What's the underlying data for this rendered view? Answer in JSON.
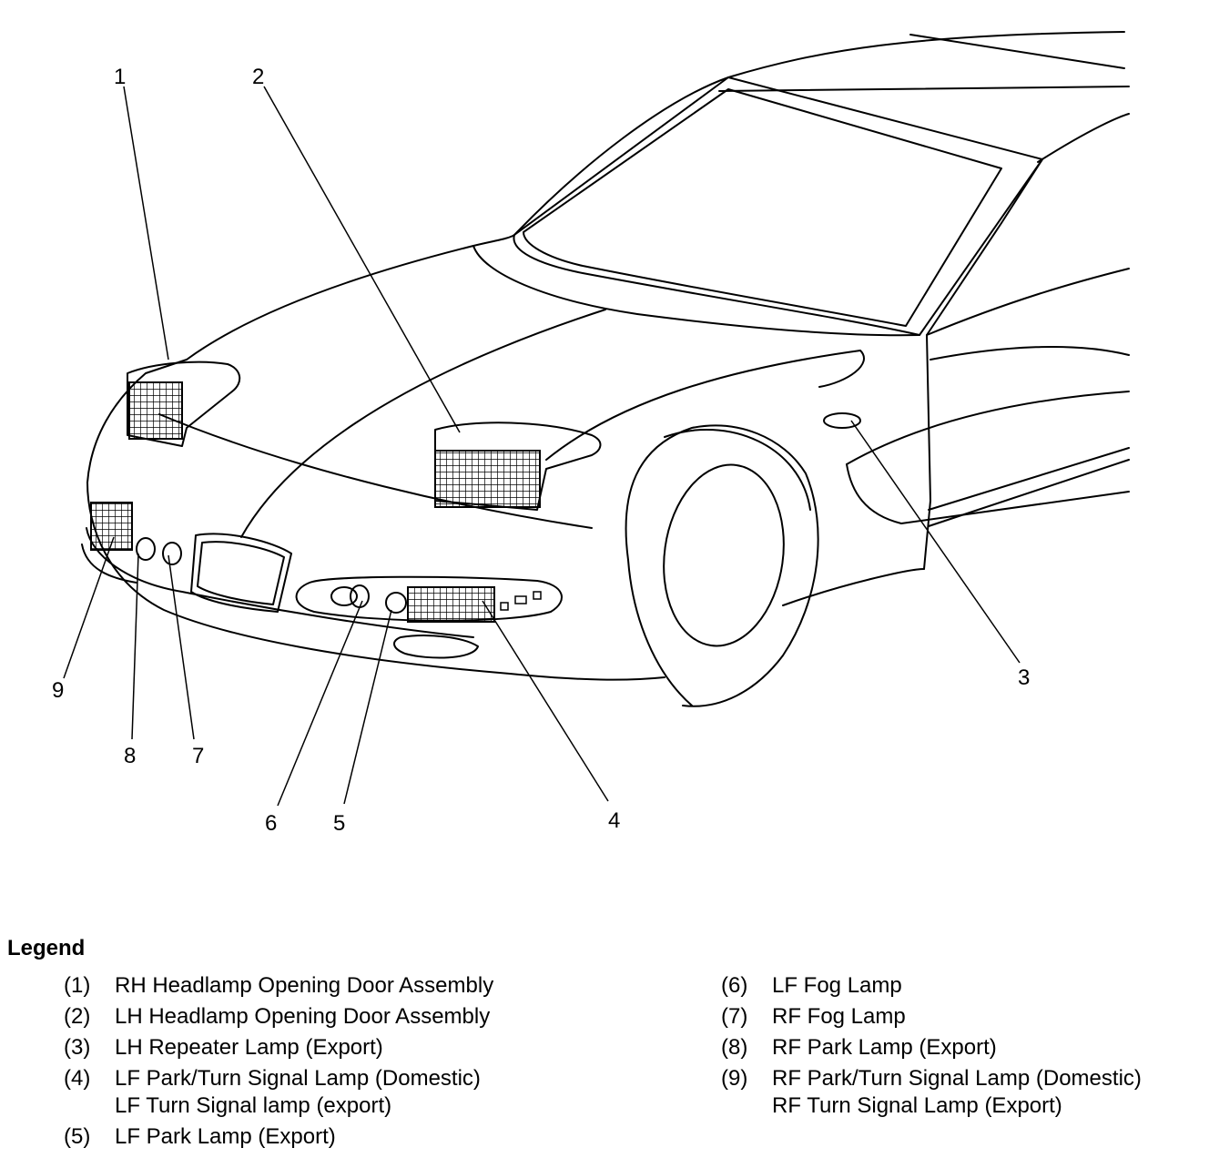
{
  "callouts": [
    "1",
    "2",
    "3",
    "4",
    "5",
    "6",
    "7",
    "8",
    "9"
  ],
  "legend": {
    "title": "Legend",
    "items_left": [
      {
        "num": "(1)",
        "text": "RH Headlamp Opening Door Assembly"
      },
      {
        "num": "(2)",
        "text": "LH Headlamp Opening Door Assembly"
      },
      {
        "num": "(3)",
        "text": "LH Repeater Lamp (Export)"
      },
      {
        "num": "(4)",
        "text": "LF Park/Turn Signal Lamp (Domestic)\nLF Turn Signal lamp (export)"
      },
      {
        "num": "(5)",
        "text": "LF Park Lamp (Export)"
      }
    ],
    "items_right": [
      {
        "num": "(6)",
        "text": "LF Fog Lamp"
      },
      {
        "num": "(7)",
        "text": "RF Fog Lamp"
      },
      {
        "num": "(8)",
        "text": "RF Park Lamp (Export)"
      },
      {
        "num": "(9)",
        "text": "RF Park/Turn Signal Lamp (Domestic)\nRF Turn Signal Lamp (Export)"
      }
    ]
  }
}
